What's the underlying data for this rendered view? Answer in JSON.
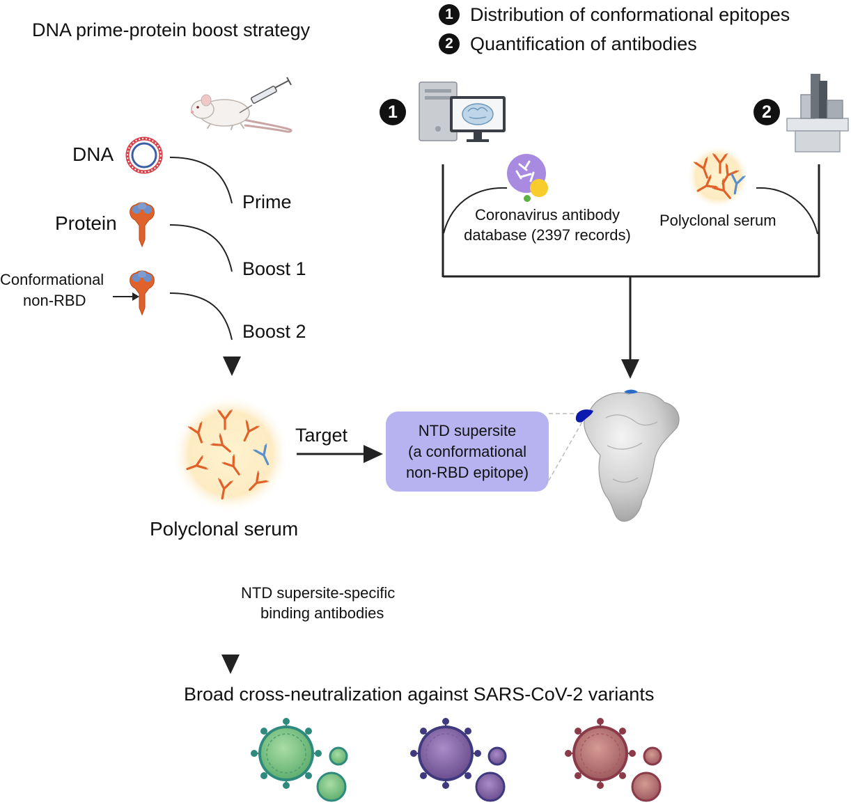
{
  "diagram": {
    "title": "DNA prime-protein boost strategy",
    "legend": {
      "items": [
        {
          "number": "1",
          "label": "Distribution of conformational epitopes"
        },
        {
          "number": "2",
          "label": "Quantification of antibodies"
        }
      ]
    },
    "immunization": {
      "inputs": [
        "DNA",
        "Protein"
      ],
      "conformational_label_line1": "Conformational",
      "conformational_label_line2": "non-RBD",
      "steps": [
        "Prime",
        "Boost 1",
        "Boost 2"
      ]
    },
    "analysis": {
      "marker_left": "1",
      "marker_right": "2",
      "database_line1": "Coronavirus antibody",
      "database_line2": "database (2397 records)",
      "serum_label": "Polyclonal serum"
    },
    "serum": {
      "label": "Polyclonal serum",
      "target_label": "Target"
    },
    "supersite": {
      "line1": "NTD supersite",
      "line2": "(a conformational",
      "line3": "non-RBD epitope)"
    },
    "outcome": {
      "binding_line1": "NTD supersite-specific",
      "binding_line2": "binding antibodies",
      "result": "Broad cross-neutralization against SARS-CoV-2 variants"
    },
    "colors": {
      "antibody_orange": "#E0622B",
      "antibody_blue": "#5B8FC9",
      "supersite_box": "#B7B3F0",
      "epitope_blue": "#0A1AAE",
      "virus_green": "#4E9E73",
      "virus_purple": "#6B4E8E",
      "virus_red": "#9E4A55"
    }
  }
}
